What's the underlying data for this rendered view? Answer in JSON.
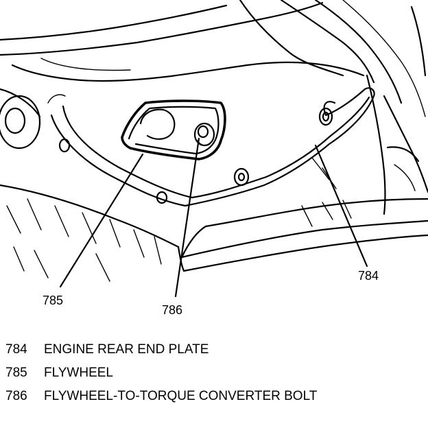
{
  "callouts": [
    {
      "id": "784",
      "label": "784"
    },
    {
      "id": "785",
      "label": "785"
    },
    {
      "id": "786",
      "label": "786"
    }
  ],
  "legend": [
    {
      "code": "784",
      "text": "ENGINE REAR END PLATE"
    },
    {
      "code": "785",
      "text": "FLYWHEEL"
    },
    {
      "code": "786",
      "text": "FLYWHEEL-TO-TORQUE CONVERTER BOLT"
    }
  ]
}
